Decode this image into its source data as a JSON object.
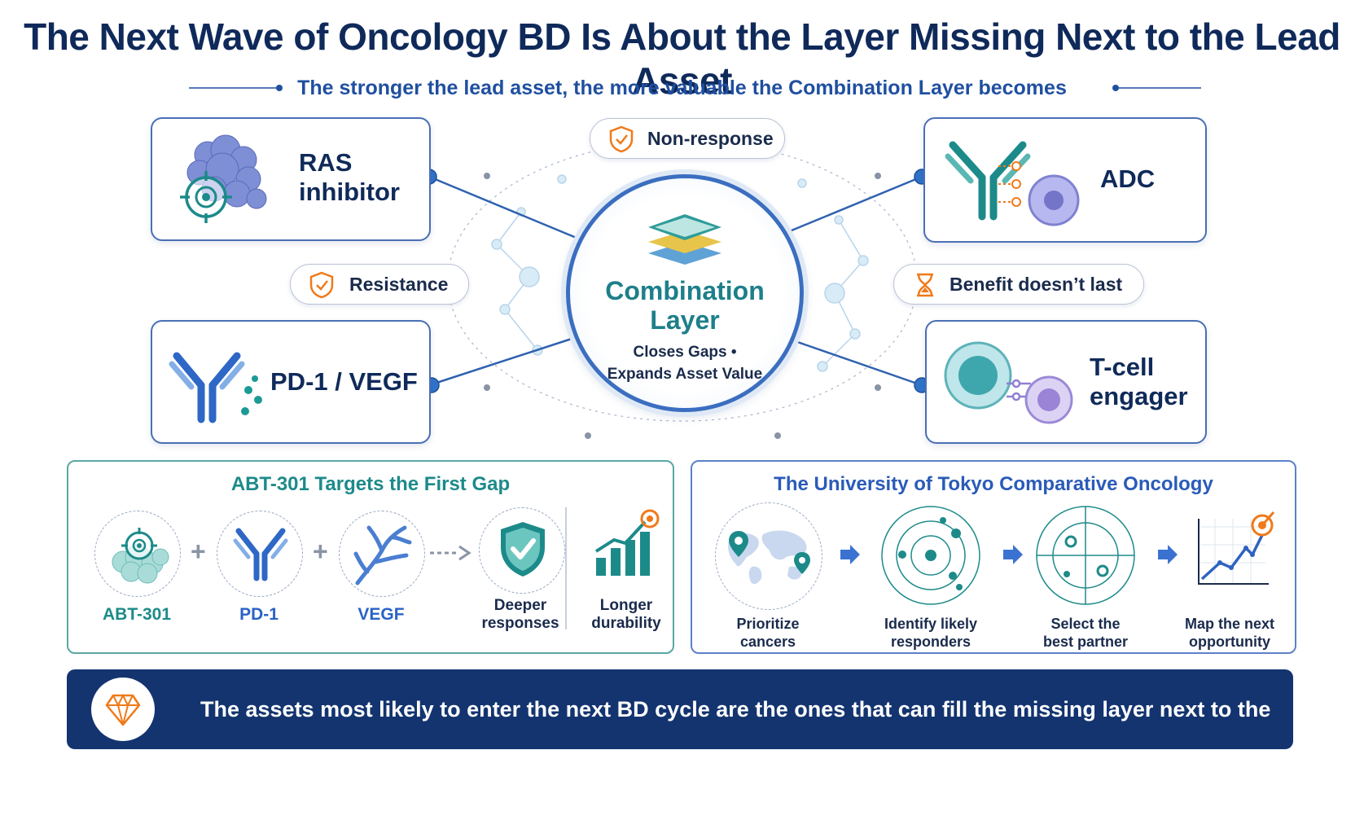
{
  "title": "The Next Wave of Oncology BD Is About the Layer Missing Next to the Lead Asset",
  "subtitle": "The stronger the lead asset, the more valuable the Combination Layer becomes",
  "center": {
    "title_line1": "Combination",
    "title_line2": "Layer",
    "desc_line1": "Closes Gaps •",
    "desc_line2": "Expands Asset Value"
  },
  "assets": {
    "ras": {
      "line1": "RAS",
      "line2": "inhibitor"
    },
    "pd1": {
      "label": "PD-1 / VEGF"
    },
    "adc": {
      "label": "ADC"
    },
    "tce": {
      "line1": "T-cell",
      "line2": "engager"
    }
  },
  "gaps": {
    "non_response": "Non-response",
    "resistance": "Resistance",
    "benefit": "Benefit doesn’t last"
  },
  "abt_panel": {
    "title_part1": "ABT-301",
    "title_part2": " Targets the First Gap",
    "items": {
      "abt": "ABT-301",
      "pd1": "PD-1",
      "vegf": "VEGF",
      "plus1": "+",
      "plus2": "+",
      "deeper_l1": "Deeper",
      "deeper_l2": "responses",
      "longer_l1": "Longer",
      "longer_l2": "durability"
    }
  },
  "tokyo_panel": {
    "title": "The University of Tokyo Comparative Oncology",
    "steps": [
      {
        "l1": "Prioritize",
        "l2": "cancers"
      },
      {
        "l1": "Identify likely",
        "l2": "responders"
      },
      {
        "l1": "Select the",
        "l2": "best partner"
      },
      {
        "l1": "Map the next",
        "l2": "opportunity"
      }
    ]
  },
  "banner": {
    "text": "The assets most likely to enter the next BD cycle are the ones that can fill the missing layer next to the lead drug."
  },
  "colors": {
    "navy": "#0f2a5a",
    "accent_blue": "#1f4fa0",
    "teal": "#1d8a8a",
    "orange": "#f07a1a",
    "banner_bg": "#13346f"
  },
  "icons": [
    "target-icon",
    "protein-icon",
    "antibody-icon",
    "cell-icon",
    "shield-check-icon",
    "hourglass-icon",
    "layers-icon",
    "vessel-icon",
    "growth-chart-icon",
    "world-map-icon",
    "radar-icon",
    "diamond-icon",
    "arrow-right-icon"
  ]
}
